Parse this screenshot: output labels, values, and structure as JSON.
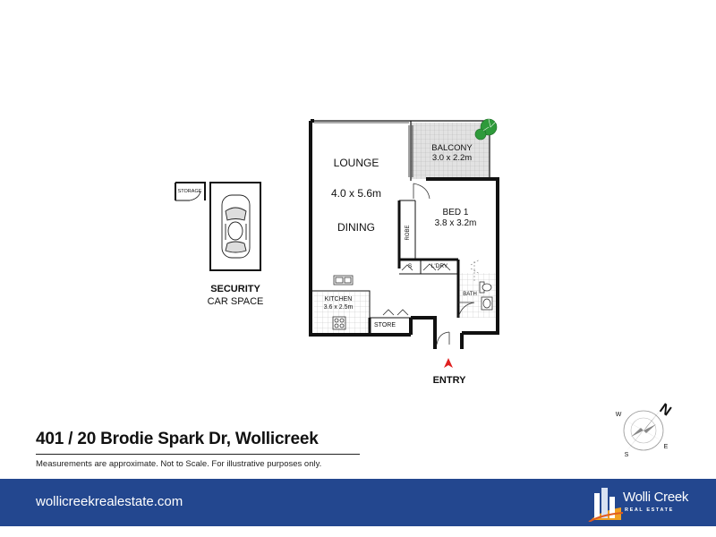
{
  "plan": {
    "rooms": {
      "lounge": "LOUNGE",
      "lounge_size": "4.0 x 5.6m",
      "dining": "DINING",
      "balcony": "BALCONY",
      "balcony_size": "3.0 x 2.2m",
      "bed": "BED 1",
      "bed_size": "3.8 x 3.2m",
      "robe": "ROBE",
      "s": "S",
      "laundry": "L'DRY",
      "bath": "BATH",
      "kitchen": "KITCHEN",
      "kitchen_size": "3.6 x 2.5m",
      "store": "STORE",
      "storage": "STORAGE"
    },
    "entry": "ENTRY",
    "car_space": {
      "line1": "SECURITY",
      "line2": "CAR SPACE"
    }
  },
  "compass": {
    "n": "N",
    "w": "W",
    "e": "E",
    "s": "S"
  },
  "listing": {
    "address": "401 / 20 Brodie Spark Dr, Wollicreek",
    "disclaimer": "Measurements are approximate. Not to Scale. For illustrative purposes only."
  },
  "footer": {
    "website": "wollicreekrealestate.com",
    "brand": "Wolli Creek",
    "brand_tag": "REAL ESTATE"
  },
  "colors": {
    "footer_bg": "#23478f",
    "entry_arrow": "#e02020",
    "plant": "#2e9a3a",
    "balcony_fill": "#d8d8d8"
  }
}
